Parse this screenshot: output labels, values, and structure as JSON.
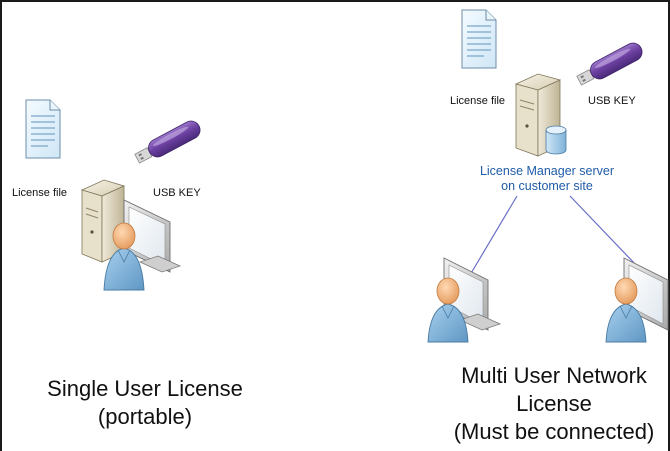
{
  "single_user": {
    "license_file_label": "License file",
    "usb_key_label": "USB KEY",
    "caption_line1": "Single User License",
    "caption_line2": "(portable)"
  },
  "multi_user": {
    "license_file_label": "License file",
    "usb_key_label": "USB KEY",
    "server_label_line1": "License Manager server",
    "server_label_line2": "on customer site",
    "caption_line1": "Multi User Network",
    "caption_line2": "License",
    "caption_line3": "(Must be connected)"
  },
  "colors": {
    "usb_purple": "#6b3fa0",
    "paper_blue": "#d9ecf8",
    "server_beige": "#d8cfb4",
    "monitor_gray": "#c8c8c8",
    "person_blue": "#7fb2d8",
    "skin": "#f2b27a",
    "server_label_blue": "#1f5ca8",
    "connection_line": "#6a6ec8"
  }
}
